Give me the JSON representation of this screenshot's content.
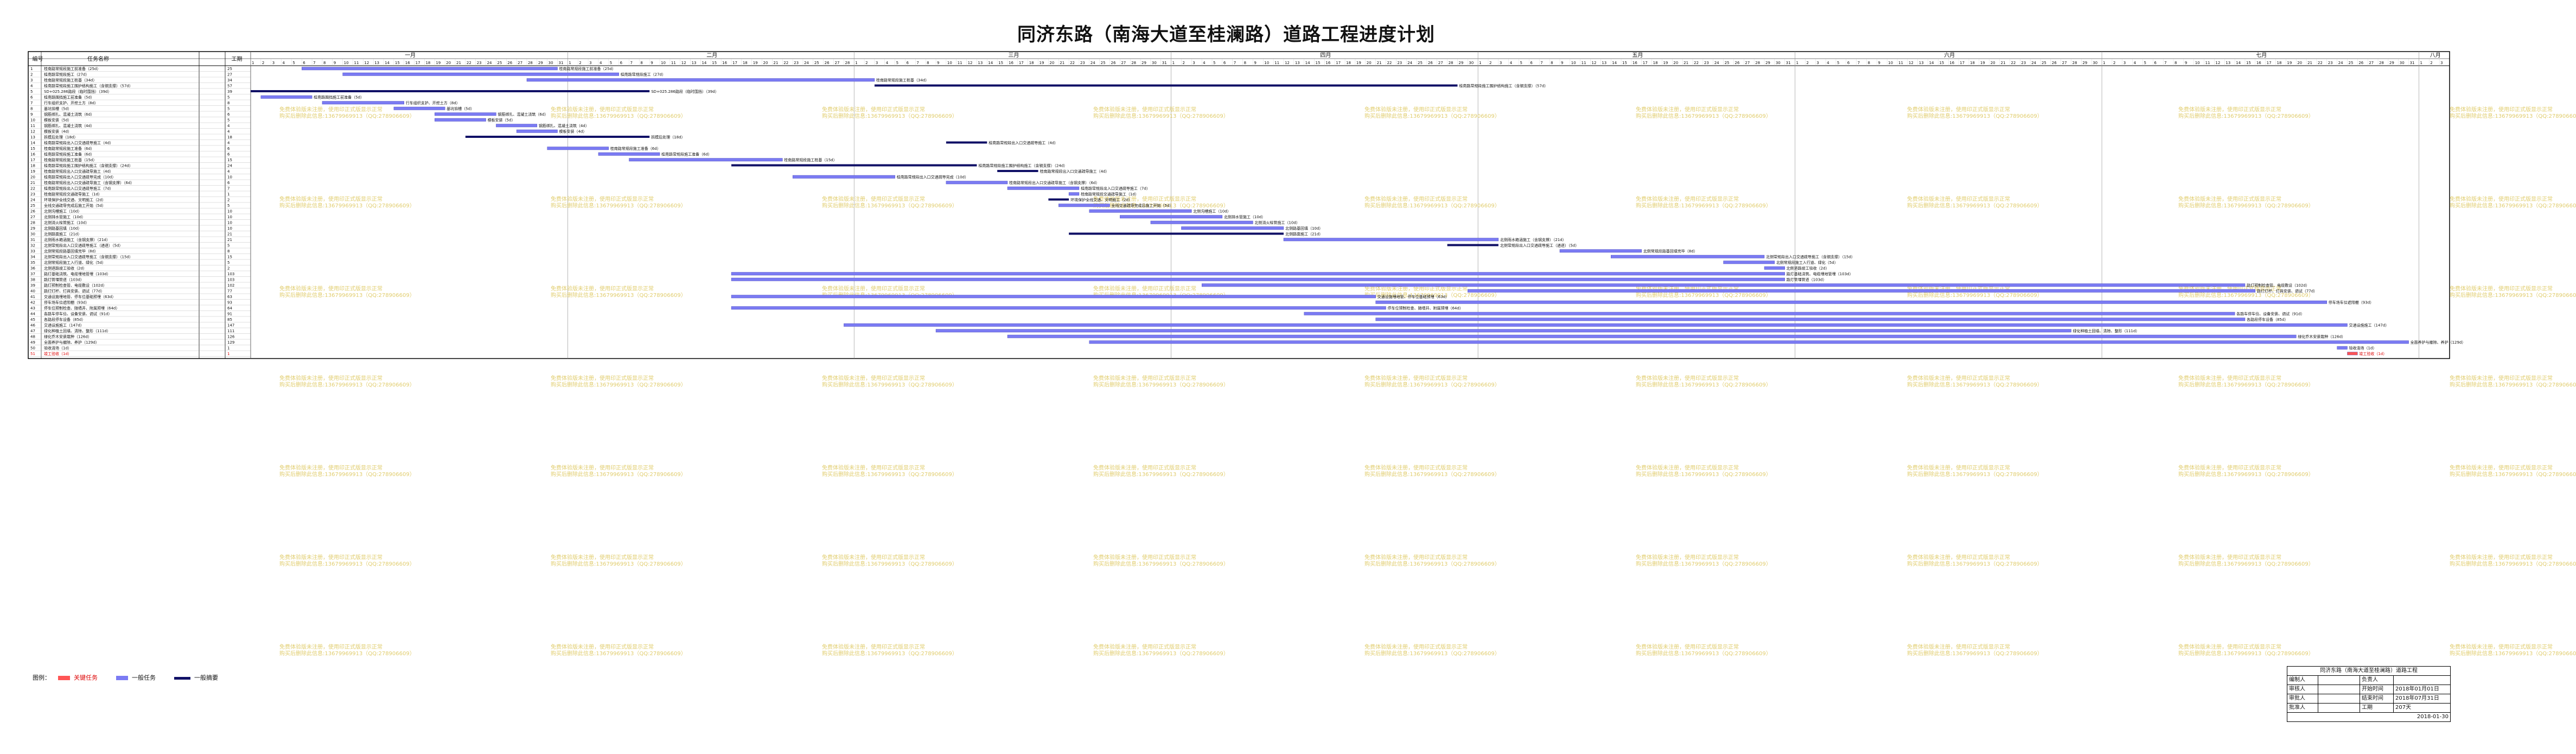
{
  "title": "同济东路（南海大道至桂澜路）道路工程进度计划",
  "header": {
    "id_col": "编号",
    "name_col": "任务名称",
    "dur_col": "工期"
  },
  "months": [
    "一月",
    "二月",
    "三月",
    "四月",
    "五月",
    "六月",
    "七月",
    "八月"
  ],
  "month_days": [
    31,
    28,
    31,
    30,
    31,
    30,
    31,
    3
  ],
  "watermark": [
    "免费体验版未注册，使用印正式版显示正常",
    "购买后删除此信息:13679969913（QQ:278906609）"
  ],
  "legend": {
    "label": "图例：",
    "critical": "关键任务",
    "normal": "一般任务",
    "summary": "一般摘要"
  },
  "colors": {
    "bar": "#7b7bf3",
    "summary": "#101066",
    "critical": "#ff5555",
    "watermark": "#d4b830"
  },
  "info_box": {
    "project": "同济东路（南海大道至桂澜路）道路工程",
    "rows": [
      [
        "编制人",
        "",
        "负责人",
        ""
      ],
      [
        "审核人",
        "",
        "开始时间",
        "2018年01月01日"
      ],
      [
        "审批人",
        "",
        "结束时间",
        "2018年07月31日"
      ],
      [
        "批准人",
        "",
        "工期",
        "207天"
      ]
    ],
    "date": "2018-01-30"
  },
  "chart_data": {
    "type": "gantt",
    "time_unit": "day",
    "start": "2018-01-01",
    "tasks": [
      {
        "id": 1,
        "name": "桂南路常规段施工前准备（25d）",
        "dur": 25,
        "start": 5,
        "label": "桂南路常规段施工前准备（25d）"
      },
      {
        "id": 2,
        "name": "桂南路常规段施工（27d）",
        "dur": 27,
        "start": 9,
        "label": "桂南路常规段施工（27d）"
      },
      {
        "id": 3,
        "name": "桂南路常规段施工桩基（34d）",
        "dur": 34,
        "start": 27,
        "label": "桂南路常规段施工桩基（34d）"
      },
      {
        "id": 4,
        "name": "桂南路常规段施工围护结构施工（含钢支撑）（57d）",
        "dur": 57,
        "start": 61,
        "summary": true,
        "label": "桂南路常规段施工围护结构施工（含钢支撑）（57d）"
      },
      {
        "id": 5,
        "name": "SD+025.286路段（临时围挡）（39d）",
        "dur": 39,
        "start": 0,
        "summary": true,
        "label": "SD+025.286路段（临时围挡）（39d）"
      },
      {
        "id": 6,
        "name": "  桂南路围挡施工前准备（5d）",
        "dur": 5,
        "start": 1,
        "label": "桂南路围挡施工前准备（5d）"
      },
      {
        "id": 7,
        "name": "  行车组织支护、开挖土方（8d）",
        "dur": 8,
        "start": 7,
        "label": "行车组织支护、开挖土方（8d）"
      },
      {
        "id": 8,
        "name": "  基坑验槽（5d）",
        "dur": 5,
        "start": 14,
        "label": "基坑验槽（5d）"
      },
      {
        "id": 9,
        "name": "  钢筋绑扎、混凝土浇筑（6d）",
        "dur": 6,
        "start": 18,
        "label": "钢筋绑扎、混凝土浇筑（6d）"
      },
      {
        "id": 10,
        "name": "  模板安装（5d）",
        "dur": 5,
        "start": 18,
        "label": "模板安装（5d）"
      },
      {
        "id": 11,
        "name": "  钢筋绑扎、混凝土浇筑（4d）",
        "dur": 4,
        "start": 24,
        "label": "钢筋绑扎、混凝土浇筑（4d）"
      },
      {
        "id": 12,
        "name": "  模板安装（4d）",
        "dur": 4,
        "start": 26,
        "label": "模板安装（4d）"
      },
      {
        "id": 13,
        "name": "  拆模后处理（18d）",
        "dur": 18,
        "start": 21,
        "summary": true,
        "label": "拆模后处理（18d）"
      },
      {
        "id": 14,
        "name": "桂南路常规段出入口交通疏导施工（4d）",
        "dur": 4,
        "start": 68,
        "summary": true,
        "label": "桂南路常规段出入口交通疏导施工（4d）"
      },
      {
        "id": 15,
        "name": "桂南路常规段施工准备（6d）",
        "dur": 6,
        "start": 29,
        "label": "桂南路常规段施工准备（6d）"
      },
      {
        "id": 16,
        "name": "桂南路常规段施工准备（6d）",
        "dur": 6,
        "start": 34,
        "label": "桂南路常规段施工准备（6d）"
      },
      {
        "id": 17,
        "name": "桂南路常规段施工桩基（15d）",
        "dur": 15,
        "start": 37,
        "label": "桂南路常规段施工桩基（15d）"
      },
      {
        "id": 18,
        "name": "桂南路常规段施工围护结构施工（含钢支撑）（24d）",
        "dur": 24,
        "start": 47,
        "summary": true,
        "label": "桂南路常规段施工围护结构施工（含钢支撑）（24d）"
      },
      {
        "id": 19,
        "name": "桂南路常规段出入口交通疏导施工（4d）",
        "dur": 4,
        "start": 73,
        "summary": true,
        "label": "桂南路常规段出入口交通疏导施工（4d）"
      },
      {
        "id": 20,
        "name": "桂南路常规段出入口交通疏导完成（10d）",
        "dur": 10,
        "start": 53,
        "label": "桂南路常规段出入口交通疏导完成（10d）"
      },
      {
        "id": 21,
        "name": "桂南路常规段出入口交通疏导施工（含钢支撑）（6d）",
        "dur": 6,
        "start": 68,
        "label": "桂南路常规段出入口交通疏导施工（含钢支撑）（6d）"
      },
      {
        "id": 22,
        "name": "桂南路常规段出入口交通疏导施工（7d）",
        "dur": 7,
        "start": 74,
        "label": "桂南路常规段出入口交通疏导施工（7d）"
      },
      {
        "id": 23,
        "name": "桂南路常规段交通疏导施工（1d）",
        "dur": 1,
        "start": 80,
        "label": "桂南路常规段交通疏导施工（1d）"
      },
      {
        "id": 24,
        "name": "环境保护全线交通、文明施工（2d）",
        "dur": 2,
        "start": 78,
        "summary": true,
        "label": "环境保护全线交通、文明施工（2d）"
      },
      {
        "id": 25,
        "name": "全线交通疏导完成后施工开始（5d）",
        "dur": 5,
        "start": 79,
        "label": "全线交通疏导完成后施工开始（5d）"
      },
      {
        "id": 26,
        "name": "北侧沟槽施工（10d）",
        "dur": 10,
        "start": 82,
        "label": "北侧沟槽施工（10d）"
      },
      {
        "id": 27,
        "name": "北侧排水管施工（10d）",
        "dur": 10,
        "start": 85,
        "label": "北侧排水管施工（10d）"
      },
      {
        "id": 28,
        "name": "北侧消火栓管施工（10d）",
        "dur": 10,
        "start": 88,
        "label": "北侧消火栓管施工（10d）"
      },
      {
        "id": 29,
        "name": "北侧路基回填（10d）",
        "dur": 10,
        "start": 91,
        "label": "北侧路基回填（10d）"
      },
      {
        "id": 30,
        "name": "北侧路面施工（21d）",
        "dur": 21,
        "start": 80,
        "summary": true,
        "label": "北侧路面施工（21d）"
      },
      {
        "id": 31,
        "name": "北侧雨水箱涵施工（含钢支撑）（21d）",
        "dur": 21,
        "start": 101,
        "label": "北侧雨水箱涵施工（含钢支撑）（21d）"
      },
      {
        "id": 32,
        "name": "北侧常规段出入口交通疏导施工（通道）（5d）",
        "dur": 5,
        "start": 117,
        "summary": true,
        "label": "北侧常规段出入口交通疏导施工（通道）（5d）"
      },
      {
        "id": 33,
        "name": "北侧常规段路基回填完毕（8d）",
        "dur": 8,
        "start": 128,
        "label": "北侧常规段路基回填完毕（8d）"
      },
      {
        "id": 34,
        "name": "北侧常规段出入口交通疏导施工（含钢支撑）（15d）",
        "dur": 15,
        "start": 133,
        "label": "北侧常规段出入口交通疏导施工（含钢支撑）（15d）"
      },
      {
        "id": 35,
        "name": "北侧常规段施工入行道、绿化（5d）",
        "dur": 5,
        "start": 144,
        "label": "北侧常规段施工入行道、绿化（5d）"
      },
      {
        "id": 36,
        "name": "北侧道路竣工验收（2d）",
        "dur": 2,
        "start": 148,
        "label": "北侧道路竣工验收（2d）"
      },
      {
        "id": 37,
        "name": "路灯基础浇筑、电缆埋地管埋（103d）",
        "dur": 103,
        "start": 47,
        "label": "路灯基础浇筑、电缆埋地管埋（103d）"
      },
      {
        "id": 38,
        "name": "路灯管埋管道（103d）",
        "dur": 103,
        "start": 47,
        "label": "路灯管埋管道（103d）"
      },
      {
        "id": 39,
        "name": "路灯预制检查管、电缆敷设（102d）",
        "dur": 102,
        "start": 93,
        "label": "路灯预制检查管、电缆敷设（102d）"
      },
      {
        "id": 40,
        "name": "路灯灯杆、灯具安装、调试（77d）",
        "dur": 77,
        "start": 119,
        "label": "路灯灯杆、灯具安装、调试（77d）"
      },
      {
        "id": 41,
        "name": "交通设施埋地管、停车位基础预埋（63d）",
        "dur": 63,
        "start": 47,
        "label": "交通设施埋地管、停车位基础预埋（63d）"
      },
      {
        "id": 42,
        "name": "停车场车位遮阳棚（93d）",
        "dur": 93,
        "start": 110,
        "label": "停车场车位遮阳棚（93d）"
      },
      {
        "id": 43,
        "name": "停车位预制检查、随墙井、附属预埋（64d）",
        "dur": 64,
        "start": 47,
        "label": "停车位预制检查、随墙井、附属预埋（64d）"
      },
      {
        "id": 44,
        "name": "各路车停车位、设备安装、调试（91d）",
        "dur": 91,
        "start": 103,
        "label": "各路车停车位、设备安装、调试（91d）"
      },
      {
        "id": 45,
        "name": "各路段停车设备（85d）",
        "dur": 85,
        "start": 110,
        "label": "各路段停车设备（85d）"
      },
      {
        "id": 46,
        "name": "交通设施施工（147d）",
        "dur": 147,
        "start": 58,
        "label": "交通设施施工（147d）"
      },
      {
        "id": 47,
        "name": "绿化种植土回填、清除、整形（111d）",
        "dur": 111,
        "start": 67,
        "label": "绿化种植土回填、清除、整形（111d）"
      },
      {
        "id": 48,
        "name": "绿化乔木安装栽种（126d）",
        "dur": 126,
        "start": 74,
        "label": "绿化乔木安装栽种（126d）"
      },
      {
        "id": 49,
        "name": "全面养护与撤除、养护（129d）",
        "dur": 129,
        "start": 82,
        "label": "全面养护与撤除、养护（129d）"
      },
      {
        "id": 50,
        "name": "验收清场（1d）",
        "dur": 1,
        "start": 204,
        "label": "验收清场（1d）"
      },
      {
        "id": 51,
        "name": "竣工验收（1d）",
        "dur": 1,
        "start": 205,
        "critical": true,
        "label": "竣工验收（1d）"
      }
    ]
  }
}
